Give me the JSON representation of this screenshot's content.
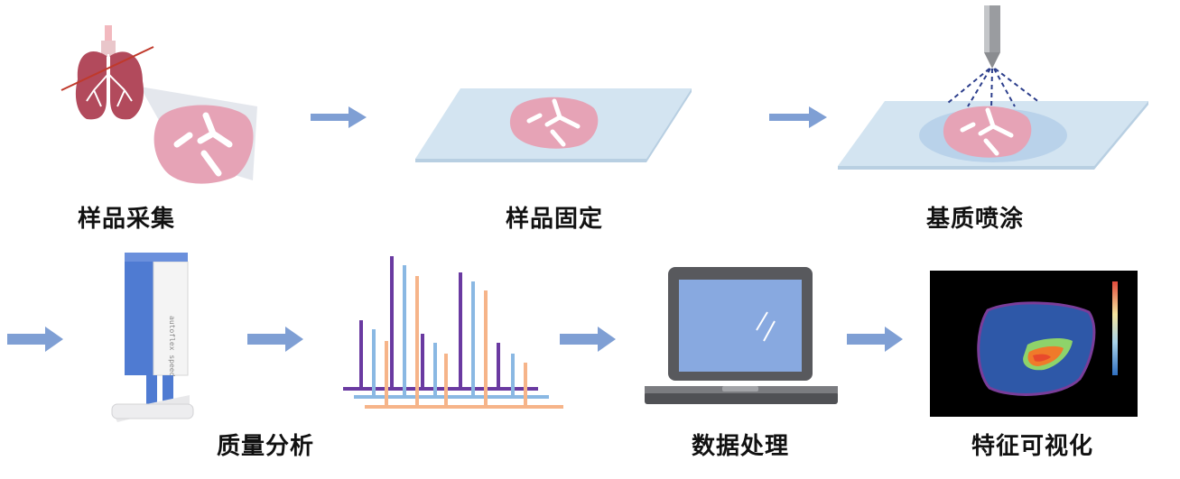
{
  "steps": [
    {
      "label": "样品采集",
      "icon": "lung-tissue-sampling-icon"
    },
    {
      "label": "样品固定",
      "icon": "glass-slide-icon"
    },
    {
      "label": "基质喷涂",
      "icon": "matrix-spray-icon"
    },
    {
      "label": "质量分析",
      "icon": "mass-spectrometer-icon"
    },
    {
      "label": "数据处理",
      "icon": "laptop-icon"
    },
    {
      "label": "特征可视化",
      "icon": "heatmap-image-icon"
    }
  ],
  "colors": {
    "arrow": "#7f9fd4",
    "tissue": "#e6a3b6",
    "slide": "#d3e4f1",
    "purple_spectrum": "#6a3aa1",
    "blue_spectrum": "#8ab8e3",
    "orange_spectrum": "#f6b489"
  }
}
